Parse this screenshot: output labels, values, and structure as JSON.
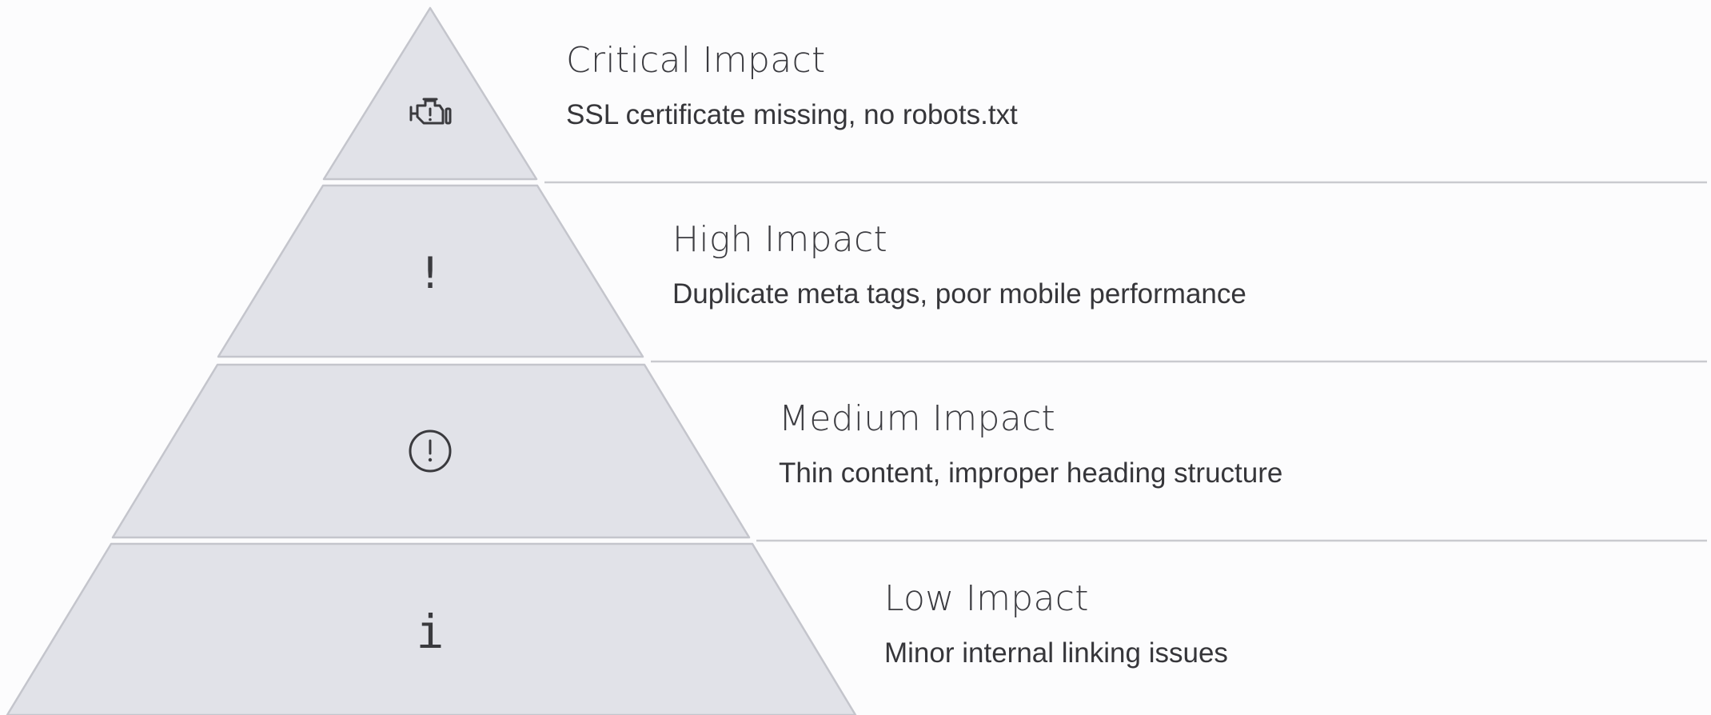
{
  "tiers": [
    {
      "title": "Critical Impact",
      "description": "SSL certificate missing, no robots.txt",
      "icon": "engine-warning-icon"
    },
    {
      "title": "High Impact",
      "description": "Duplicate meta tags, poor mobile performance",
      "icon": "exclamation-icon",
      "glyph": "!"
    },
    {
      "title": "Medium Impact",
      "description": "Thin content, improper heading structure",
      "icon": "circle-exclamation-icon"
    },
    {
      "title": "Low Impact",
      "description": "Minor internal linking issues",
      "icon": "info-icon",
      "glyph": "i"
    }
  ],
  "colors": {
    "tier_fill": "#e1e2e8",
    "tier_stroke": "#c4c5cc",
    "divider": "#c9cacf",
    "text": "#3b3b40",
    "background": "#fcfcfd"
  }
}
